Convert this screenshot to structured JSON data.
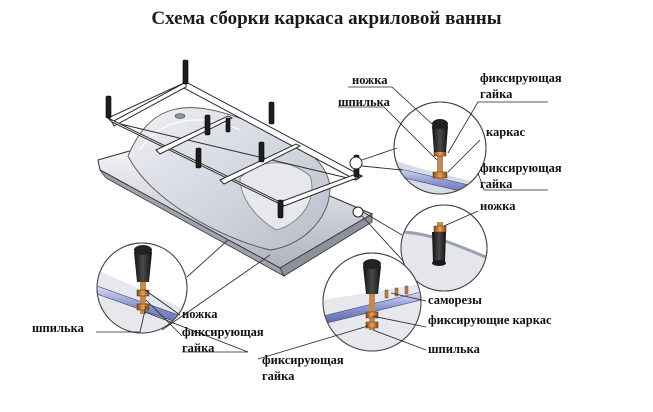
{
  "title": "Схема сборки каркаса акриловой ванны",
  "labels": {
    "tr_nozhka": "ножка",
    "tr_shpilka": "шпилька",
    "tr_fix1_line1": "фиксирующая",
    "tr_fix1_line2": "гайка",
    "tr_karkas": "каркас",
    "r_fix2_line1": "фиксирующая",
    "r_fix2_line2": "гайка",
    "r_nozhka": "ножка",
    "bl_nozhka": "ножка",
    "bl_shpilka": "шпилька",
    "bl_fix_line1": "фиксирующая",
    "bl_fix_line2": "гайка",
    "bm_fix_line1": "фиксирующая",
    "bm_fix_line2": "гайка",
    "br_samorezy": "саморезы",
    "br_fix_karkas": "фиксирующие каркас",
    "br_shpilka": "шпилька"
  },
  "colors": {
    "frame": "#ffffff",
    "line": "#2b2b2b",
    "tub": "#d9dce3",
    "leg": "#222222",
    "nut": "#c9803a",
    "rail": "#7f88c4"
  }
}
